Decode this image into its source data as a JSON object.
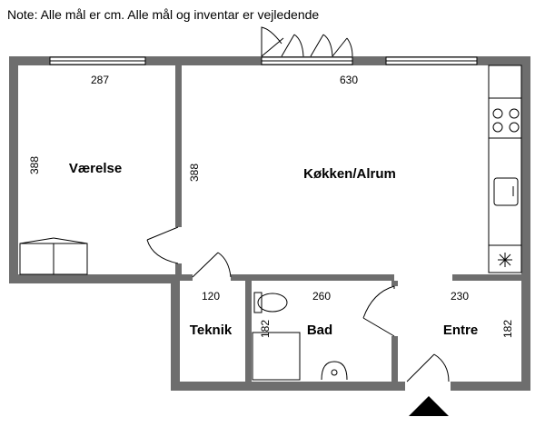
{
  "note": "Note: Alle mål er cm. Alle mål og inventar er vejledende",
  "rooms": [
    {
      "name": "Værelse",
      "width": "287",
      "height": "388"
    },
    {
      "name": "Køkken/Alrum",
      "width": "630",
      "height": "388"
    },
    {
      "name": "Teknik",
      "width": "120"
    },
    {
      "name": "Bad",
      "width": "260",
      "height": "182"
    },
    {
      "name": "Entre",
      "width": "230",
      "height": "182"
    }
  ],
  "colors": {
    "wall": "#6e6e6e",
    "line": "#000000",
    "entry_arrow": "#000000"
  }
}
